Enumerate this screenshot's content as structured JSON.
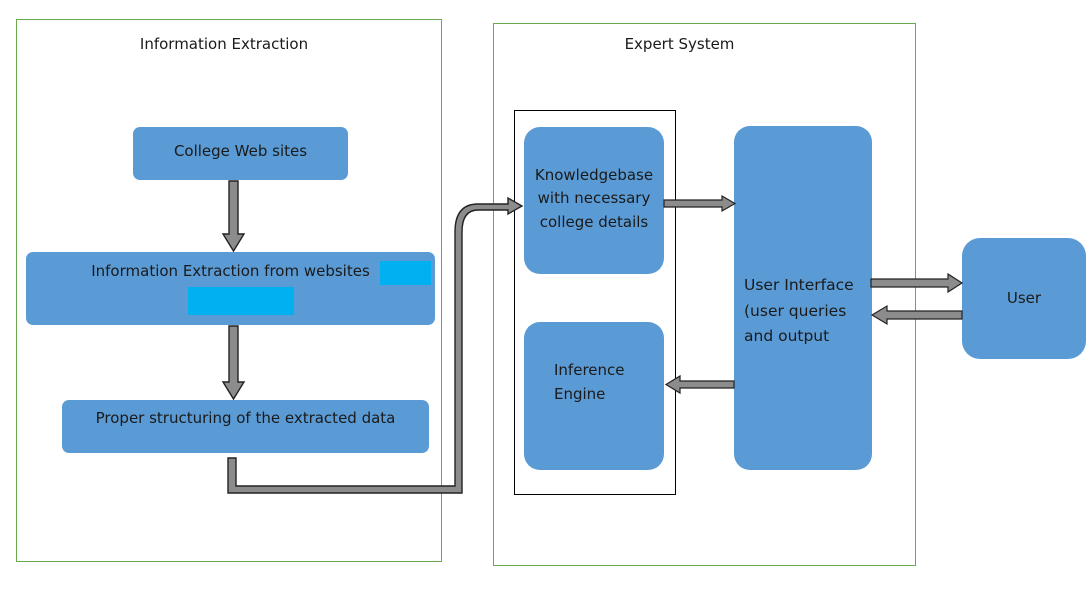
{
  "panels": {
    "extraction": {
      "title": "Information Extraction"
    },
    "expert": {
      "title": "Expert System"
    }
  },
  "nodes": {
    "college_web_sites": "College Web sites",
    "info_extraction": "Information Extraction from websites",
    "structuring": "Proper structuring of the extracted data",
    "knowledgebase": "Knowledgebase with necessary college details",
    "inference_engine": "Inference Engine",
    "user_interface": "User Interface (user queries and output",
    "user": "User"
  },
  "colors": {
    "node_fill": "#5b9bd5",
    "panel_border": "#6aa84f",
    "redaction": "#00b0f0",
    "arrow_fill": "#8c8c8c"
  }
}
